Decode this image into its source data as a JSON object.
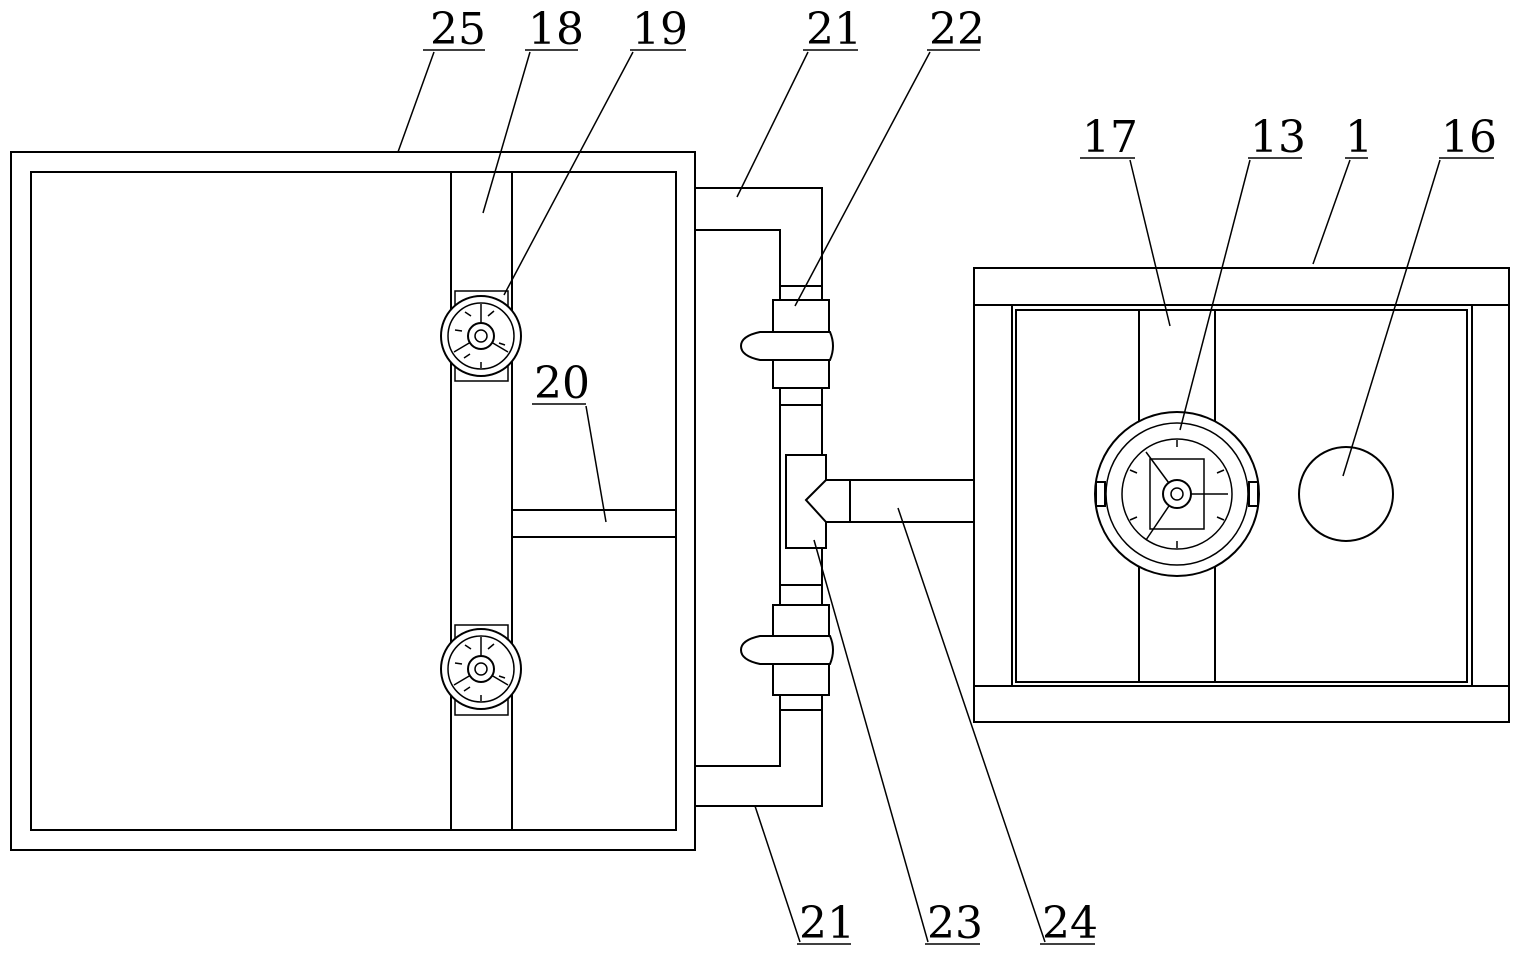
{
  "labels": {
    "c25": "25",
    "c18": "18",
    "c19": "19",
    "c21_top": "21",
    "c22": "22",
    "c17": "17",
    "c13": "13",
    "c1": "1",
    "c16": "16",
    "c20": "20",
    "c21_bottom": "21",
    "c23": "23",
    "c24": "24"
  }
}
